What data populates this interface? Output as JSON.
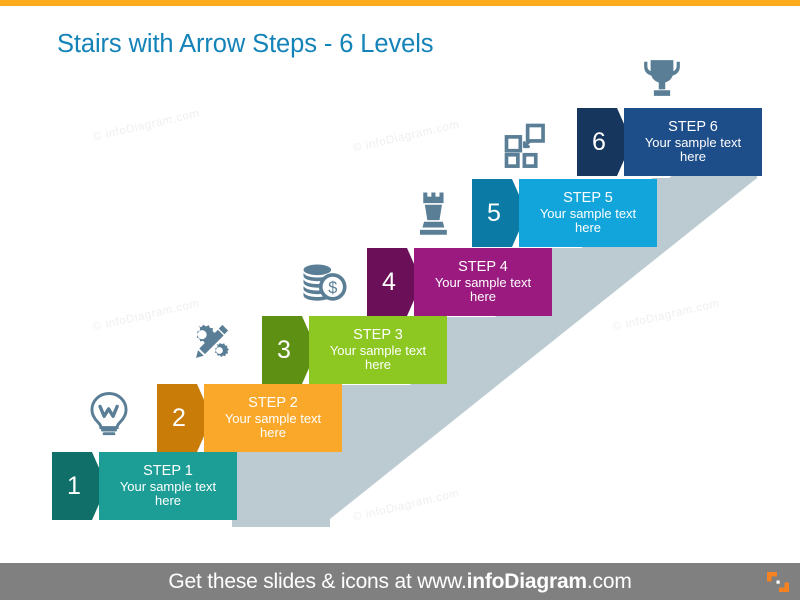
{
  "slide": {
    "title": "Stairs with Arrow Steps - 6 Levels",
    "title_color": "#1383B8",
    "background": "#FFFFFF",
    "top_bar_color": "#FBAB1B",
    "stairs_fill": "#BCCBD2"
  },
  "watermark": {
    "text": "© infoDiagram.com",
    "color": "#EFEFEF"
  },
  "steps": [
    {
      "number": "1",
      "heading": "STEP 1",
      "text": "Your sample text here",
      "color": "#1C9E96",
      "dark_color": "#107069",
      "icon": "lightbulb-icon"
    },
    {
      "number": "2",
      "heading": "STEP 2",
      "text": "Your sample text here",
      "color": "#F9A82A",
      "dark_color": "#C97C08",
      "icon": "gears-pencil-icon"
    },
    {
      "number": "3",
      "heading": "STEP 3",
      "text": "Your sample text here",
      "color": "#8CC821",
      "dark_color": "#5E9113",
      "icon": "coins-dollar-icon"
    },
    {
      "number": "4",
      "heading": "STEP 4",
      "text": "Your sample text here",
      "color": "#9A1A7F",
      "dark_color": "#6B0F59",
      "icon": "chess-rook-icon"
    },
    {
      "number": "5",
      "heading": "STEP 5",
      "text": "Your sample text here",
      "color": "#12A5DB",
      "dark_color": "#0B7AA4",
      "icon": "squares-arrange-icon"
    },
    {
      "number": "6",
      "heading": "STEP 6",
      "text": "Your sample text here",
      "color": "#1D4E89",
      "dark_color": "#16365E",
      "icon": "trophy-icon"
    }
  ],
  "icon_color": "#5A7E96",
  "footer": {
    "text_before": "Get these slides & icons at www.",
    "text_brand": "infoDiagram",
    "text_after": ".com",
    "background": "#808080",
    "logo_color": "#F58220"
  }
}
